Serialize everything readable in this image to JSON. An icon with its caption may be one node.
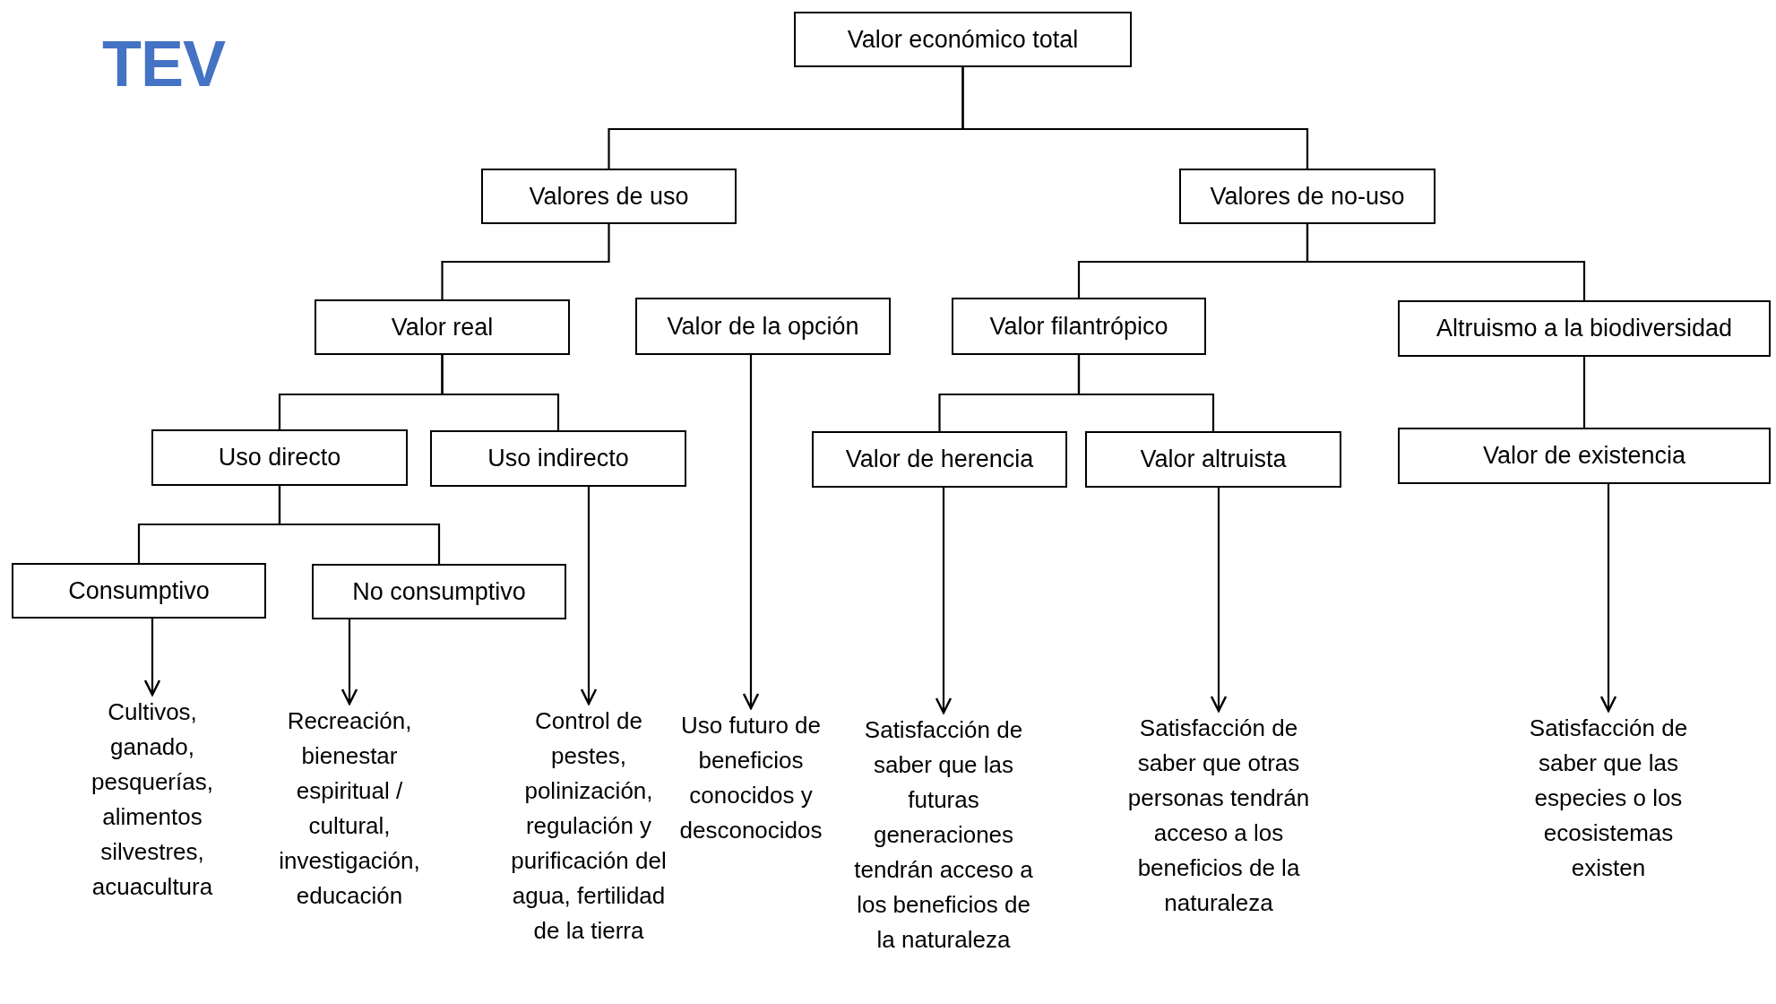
{
  "diagram": {
    "title": "TEV",
    "nodes": [
      {
        "text": [
          "Valor económico total"
        ]
      },
      {
        "text": [
          "Valores de uso"
        ]
      },
      {
        "text": [
          "Valores de no-uso"
        ]
      },
      {
        "text": [
          "Valor real"
        ]
      },
      {
        "text": [
          "Valor de la opción"
        ]
      },
      {
        "text": [
          "Valor filantrópico"
        ]
      },
      {
        "text": [
          "Altruismo a la biodiversidad"
        ]
      },
      {
        "text": [
          "Uso directo"
        ]
      },
      {
        "text": [
          "Uso indirecto"
        ]
      },
      {
        "text": [
          "Valor de herencia"
        ]
      },
      {
        "text": [
          "Valor altruista"
        ]
      },
      {
        "text": [
          "Valor de existencia"
        ]
      },
      {
        "text": [
          "Consumptivo"
        ]
      },
      {
        "text": [
          "No consumptivo"
        ]
      },
      {
        "text": [
          "Cultivos, ganado, pesquerías, alimentos silvestres, acuacultura"
        ]
      },
      {
        "text": [
          "Recreación, bienestar espiritual / cultural, investigación, educación"
        ]
      },
      {
        "text": [
          "Control de pestes, polinización, regulación y purificación del agua, fertilidad de la tierra"
        ]
      },
      {
        "text": [
          "Uso futuro de beneficios conocidos y desconocidos"
        ]
      },
      {
        "text": [
          "Satisfacción de saber que las futuras generaciones tendrán acceso a los beneficios de la naturaleza"
        ]
      },
      {
        "text": [
          "Satisfacción de saber que otras personas tendrán acceso a los beneficios de la naturaleza"
        ]
      },
      {
        "text": [
          "Satisfacción de saber que las especies o los ecosistemas existen"
        ]
      }
    ],
    "edges": [
      {
        "from": 0,
        "to": 1,
        "arrow": "none"
      },
      {
        "from": 0,
        "to": 2,
        "arrow": "none"
      },
      {
        "from": 1,
        "to": 3,
        "arrow": "none"
      },
      {
        "from": 2,
        "to": 5,
        "arrow": "none"
      },
      {
        "from": 2,
        "to": 6,
        "arrow": "none"
      },
      {
        "from": 3,
        "to": 7,
        "arrow": "none"
      },
      {
        "from": 3,
        "to": 8,
        "arrow": "none"
      },
      {
        "from": 5,
        "to": 9,
        "arrow": "none"
      },
      {
        "from": 5,
        "to": 10,
        "arrow": "none"
      },
      {
        "from": 6,
        "to": 11,
        "arrow": "none"
      },
      {
        "from": 7,
        "to": 12,
        "arrow": "none"
      },
      {
        "from": 7,
        "to": 13,
        "arrow": "none"
      },
      {
        "from": 12,
        "to": 14,
        "arrow": "to"
      },
      {
        "from": 13,
        "to": 15,
        "arrow": "to"
      },
      {
        "from": 8,
        "to": 16,
        "arrow": "to"
      },
      {
        "from": 4,
        "to": 17,
        "arrow": "to"
      },
      {
        "from": 9,
        "to": 18,
        "arrow": "to"
      },
      {
        "from": 10,
        "to": 19,
        "arrow": "to"
      },
      {
        "from": 11,
        "to": 20,
        "arrow": "to"
      }
    ]
  }
}
